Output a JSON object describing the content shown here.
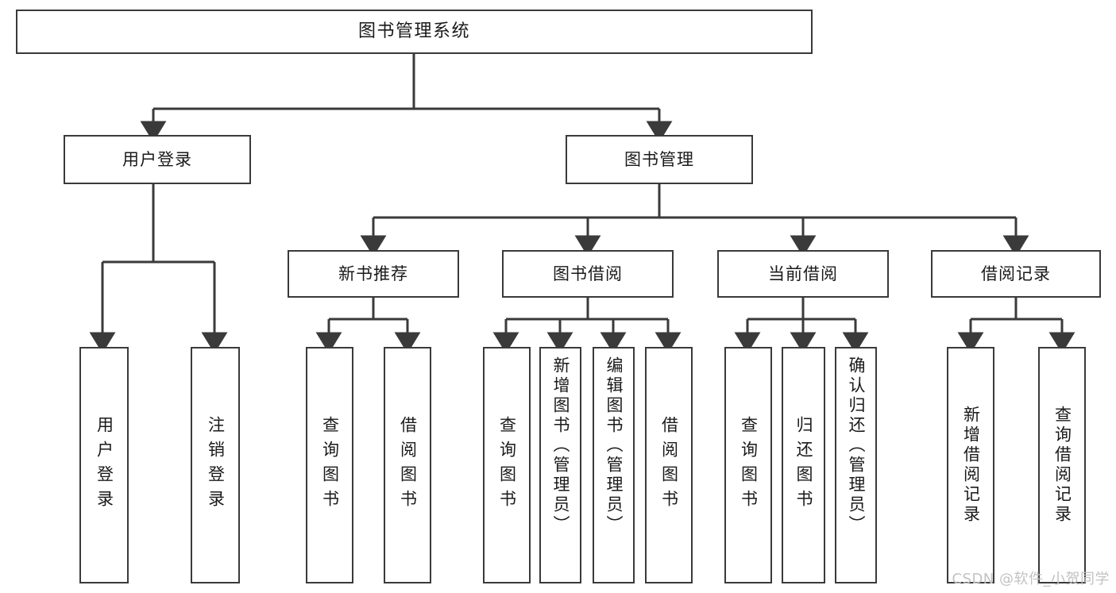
{
  "diagram": {
    "title": "图书管理系统",
    "type": "tree-hierarchy-diagram",
    "colors": {
      "box_border": "#3a3a3a",
      "box_fill": "#ffffff",
      "connector": "#3a3a3a",
      "text": "#1a1a1a",
      "watermark": "#c2c2c2",
      "background": "#ffffff"
    },
    "levels": {
      "level1": "系统根节点",
      "level2": "主模块",
      "level3": "子模块",
      "level4": "功能项"
    }
  },
  "nodes": {
    "root": {
      "label": "图书管理系统"
    },
    "level2": [
      {
        "key": "user_login",
        "label": "用户登录"
      },
      {
        "key": "book_manage",
        "label": "图书管理"
      }
    ],
    "level3": [
      {
        "key": "new_book_recommend",
        "label": "新书推荐"
      },
      {
        "key": "book_borrow",
        "label": "图书借阅"
      },
      {
        "key": "current_borrow",
        "label": "当前借阅"
      },
      {
        "key": "borrow_record",
        "label": "借阅记录"
      }
    ],
    "leaves": {
      "user_login": [
        {
          "key": "user_login_leaf",
          "label": "用户登录"
        },
        {
          "key": "user_logout_leaf",
          "label": "注销登录"
        }
      ],
      "new_book_recommend": [
        {
          "key": "query_book_1",
          "label": "查询图书"
        },
        {
          "key": "borrow_book_1",
          "label": "借阅图书"
        }
      ],
      "book_borrow": [
        {
          "key": "query_book_2",
          "label": "查询图书"
        },
        {
          "key": "add_book",
          "label": "新增图书（管理员）"
        },
        {
          "key": "edit_book",
          "label": "编辑图书（管理员）"
        },
        {
          "key": "borrow_book_2",
          "label": "借阅图书"
        }
      ],
      "current_borrow": [
        {
          "key": "query_book_3",
          "label": "查询图书"
        },
        {
          "key": "return_book",
          "label": "归还图书"
        },
        {
          "key": "confirm_return",
          "label": "确认归还（管理员）"
        }
      ],
      "borrow_record": [
        {
          "key": "add_borrow_record",
          "label": "新增借阅记录"
        },
        {
          "key": "query_borrow_record",
          "label": "查询借阅记录"
        }
      ]
    }
  },
  "watermark": {
    "text": "CSDN @软件_小贺同学"
  }
}
